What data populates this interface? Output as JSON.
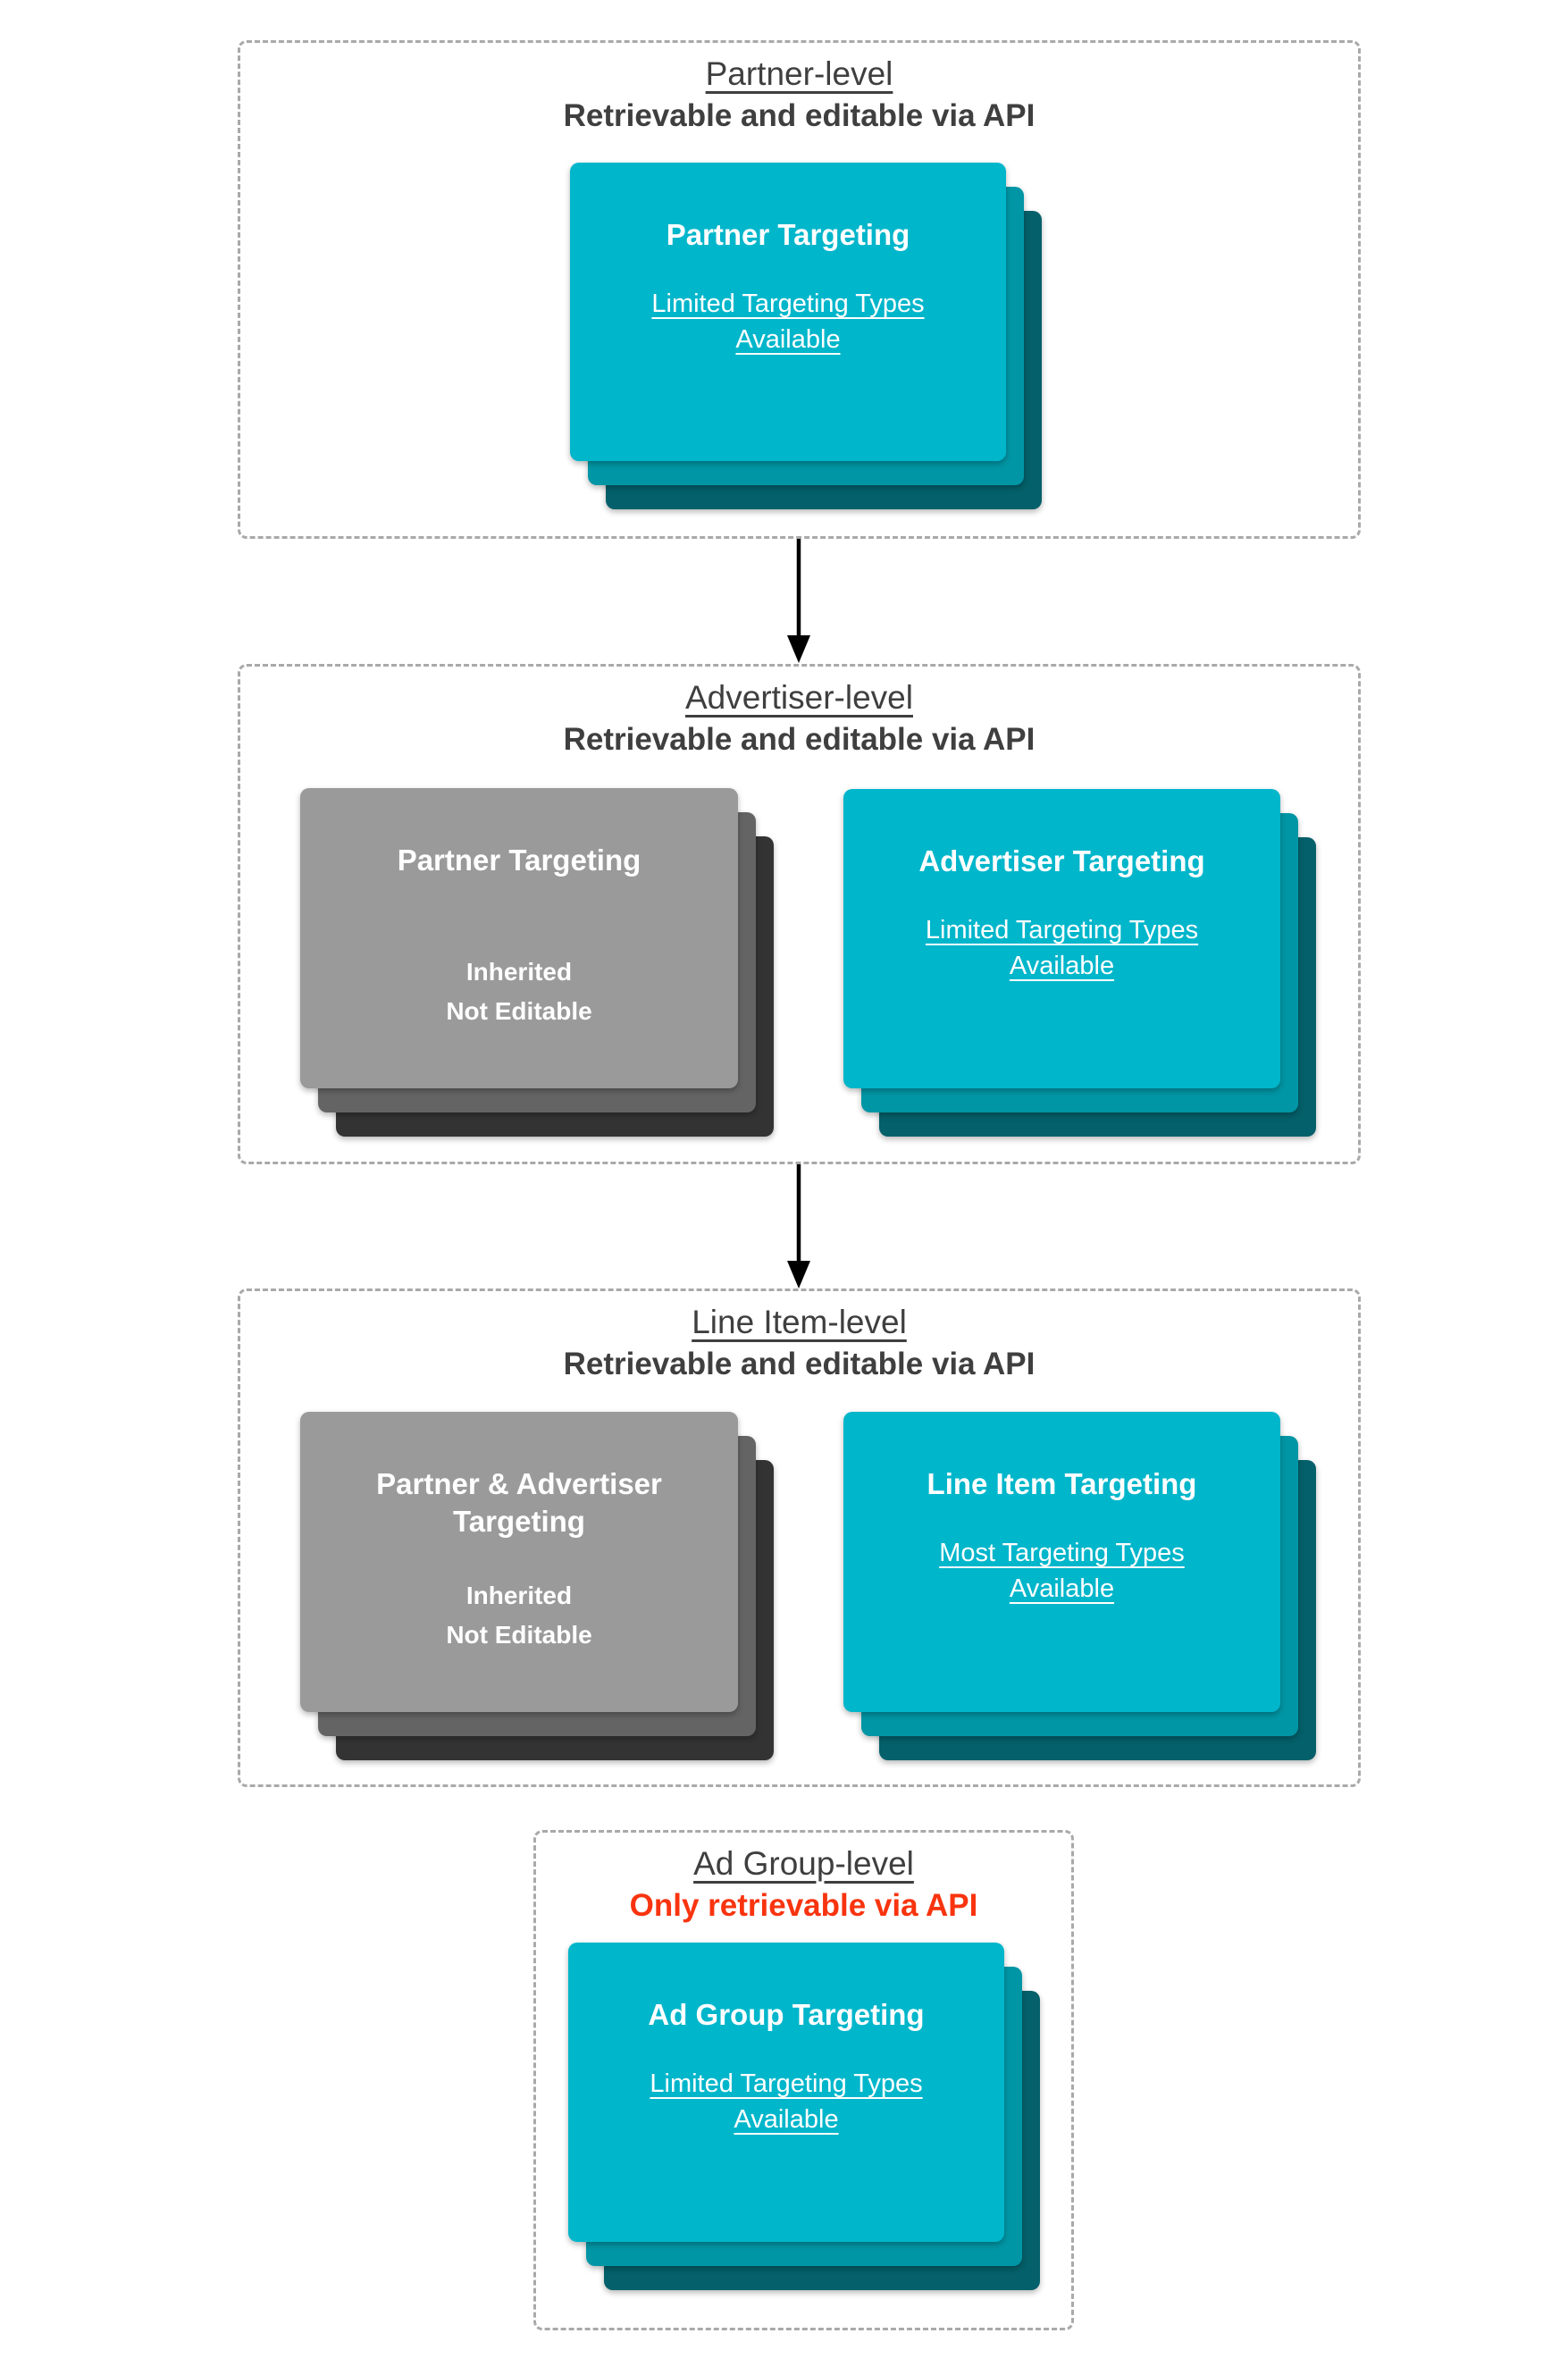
{
  "diagram": {
    "description": "Targeting hierarchy levels and API editability"
  },
  "colors": {
    "teal_card_front": "#00b6cb",
    "teal_card_middle": "#0096a5",
    "teal_card_back": "#04606a",
    "gray_card_front": "#9a9a9a",
    "gray_card_middle": "#646464",
    "gray_card_back": "#333333",
    "heading_text": "#3f3f3f",
    "red_text": "#f8340f",
    "card_text": "#ffffff",
    "dashed_border": "#a9a9a9",
    "arrow": "#000000",
    "background": "#ffffff"
  },
  "sections": [
    {
      "title": "Partner-level",
      "subtitle": "Retrievable and editable via API",
      "cards": [
        {
          "title": "Partner Targeting",
          "subtitle": "Limited Targeting Types Available"
        }
      ]
    },
    {
      "title": "Advertiser-level",
      "subtitle": "Retrievable and editable via API",
      "cards": [
        {
          "title": "Partner Targeting",
          "lines": [
            "Inherited",
            "Not Editable"
          ]
        },
        {
          "title": "Advertiser Targeting",
          "subtitle": "Limited Targeting Types Available"
        }
      ]
    },
    {
      "title": "Line Item-level",
      "subtitle": "Retrievable and editable via API",
      "cards": [
        {
          "title": "Partner & Advertiser Targeting",
          "lines": [
            "Inherited",
            "Not Editable"
          ]
        },
        {
          "title": "Line Item Targeting",
          "subtitle": "Most Targeting Types Available"
        }
      ]
    },
    {
      "title": "Ad Group-level",
      "subtitle": "Only retrievable via API",
      "cards": [
        {
          "title": "Ad Group Targeting",
          "subtitle": "Limited Targeting Types Available"
        }
      ]
    }
  ]
}
